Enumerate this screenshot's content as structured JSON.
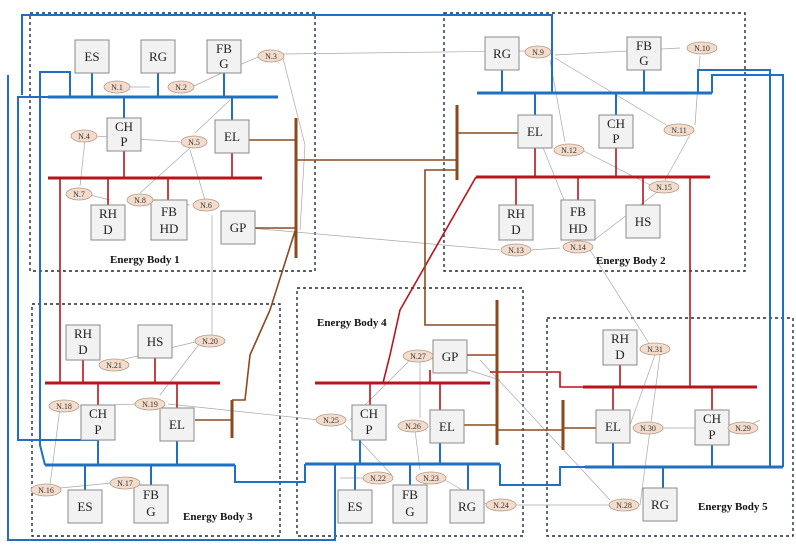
{
  "bodies": [
    {
      "label": "Energy Body 1"
    },
    {
      "label": "Energy Body 2"
    },
    {
      "label": "Energy Body 3"
    },
    {
      "label": "Energy Body 4"
    },
    {
      "label": "Energy Body 5"
    }
  ],
  "devices": {
    "es1": [
      "ES"
    ],
    "rg1": [
      "RG"
    ],
    "fbg1": [
      "FB",
      "G"
    ],
    "chp1": [
      "CH",
      "P"
    ],
    "el1": [
      "EL"
    ],
    "rhd1": [
      "RH",
      "D"
    ],
    "fbhd1": [
      "FB",
      "HD"
    ],
    "gp1": [
      "GP"
    ],
    "rg2": [
      "RG"
    ],
    "fbg2": [
      "FB",
      "G"
    ],
    "el2": [
      "EL"
    ],
    "chp2": [
      "CH",
      "P"
    ],
    "rhd2": [
      "RH",
      "D"
    ],
    "fbhd2": [
      "FB",
      "HD"
    ],
    "hs2": [
      "HS"
    ],
    "rhd3": [
      "RH",
      "D"
    ],
    "hs3": [
      "HS"
    ],
    "chp3": [
      "CH",
      "P"
    ],
    "el3": [
      "EL"
    ],
    "es3": [
      "ES"
    ],
    "fbg3": [
      "FB",
      "G"
    ],
    "gp4": [
      "GP"
    ],
    "chp4": [
      "CH",
      "P"
    ],
    "el4": [
      "EL"
    ],
    "es4": [
      "ES"
    ],
    "fbg4": [
      "FB",
      "G"
    ],
    "rg4": [
      "RG"
    ],
    "rhd5": [
      "RH",
      "D"
    ],
    "el5": [
      "EL"
    ],
    "chp5": [
      "CH",
      "P"
    ],
    "rg5": [
      "RG"
    ]
  },
  "nodes": [
    "N.1",
    "N.2",
    "N.3",
    "N.4",
    "N.5",
    "N.6",
    "N.7",
    "N.8",
    "N.9",
    "N.10",
    "N.11",
    "N.12",
    "N.13",
    "N.14",
    "N.15",
    "N.16",
    "N.17",
    "N.18",
    "N.19",
    "N.20",
    "N.21",
    "N.22",
    "N.23",
    "N.24",
    "N.25",
    "N.26",
    "N.27",
    "N.28",
    "N.29",
    "N.30",
    "N.31"
  ],
  "colors": {
    "electric": "#1f6fc2",
    "heat": "#b8141c",
    "gas": "#8b4a1e",
    "communication": "#a8a8a8",
    "boundary": "#1f2a44",
    "node_fill": "#f3dccb",
    "device_fill": "#f2f2f2"
  }
}
